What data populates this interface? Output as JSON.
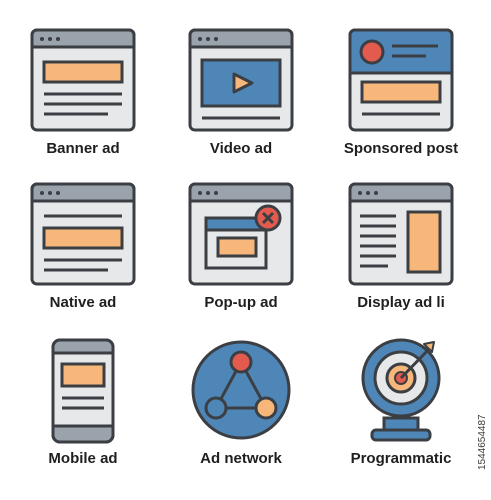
{
  "icons": [
    {
      "label": "Banner ad",
      "icon": "banner-ad-icon"
    },
    {
      "label": "Video ad",
      "icon": "video-ad-icon"
    },
    {
      "label": "Sponsored post",
      "icon": "sponsored-post-icon"
    },
    {
      "label": "Native ad",
      "icon": "native-ad-icon"
    },
    {
      "label": "Pop-up ad",
      "icon": "popup-ad-icon"
    },
    {
      "label": "Display ad li",
      "icon": "display-ad-icon"
    },
    {
      "label": "Mobile ad",
      "icon": "mobile-ad-icon"
    },
    {
      "label": "Ad network",
      "icon": "ad-network-icon"
    },
    {
      "label": "Programmatic",
      "icon": "programmatic-icon"
    }
  ],
  "watermark": "1544654487",
  "colors": {
    "outline": "#3b3f44",
    "window_bar": "#9aa3ab",
    "window_body": "#e6e8ea",
    "orange": "#f7b77a",
    "blue": "#4f86b8",
    "red": "#e35b4f"
  }
}
